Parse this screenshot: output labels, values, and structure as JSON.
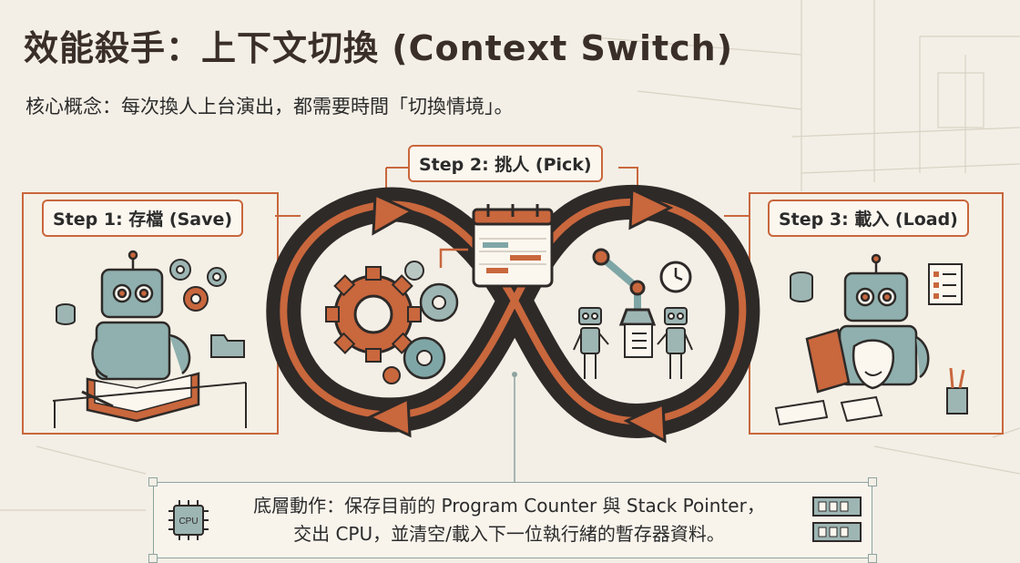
{
  "title": "效能殺手：上下文切換 (Context Switch)",
  "subtitle": "核心概念：每次換人上台演出，都需要時間「切換情境」。",
  "steps": [
    {
      "label": "Step 1: 存檔 (Save)"
    },
    {
      "label": "Step 2: 挑人 (Pick)"
    },
    {
      "label": "Step 3: 載入 (Load)"
    }
  ],
  "bottom": {
    "line1": "底層動作：保存目前的 Program Counter 與 Stack Pointer，",
    "line2": "交出 CPU，並清空/載入下一位執行緒的暫存器資料。",
    "chip_label": "CPU"
  },
  "colors": {
    "accent": "#c9673d",
    "dark": "#2e2a28",
    "robot": "#7fa6a6",
    "background": "#f3efe6"
  },
  "icons": [
    "robot-icon",
    "gear-icon",
    "calendar-icon",
    "clock-icon",
    "book-icon",
    "theater-mask-icon",
    "cpu-icon",
    "ram-icon",
    "database-icon",
    "folder-icon",
    "checklist-icon"
  ]
}
